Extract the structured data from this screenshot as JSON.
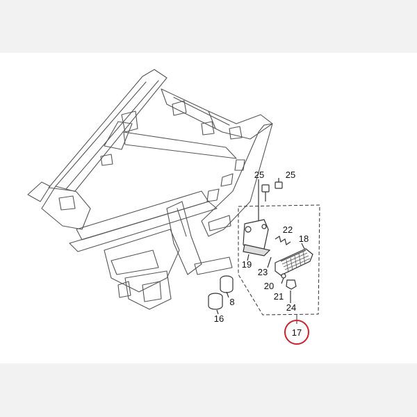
{
  "diagram": {
    "parts": {
      "p25a": "25",
      "p25b": "25",
      "p22": "22",
      "p18": "18",
      "p19": "19",
      "p23": "23",
      "p20": "20",
      "p21": "21",
      "p24": "24",
      "p8": "8",
      "p16": "16",
      "p17": "17"
    },
    "highlight_color": "#d0202a",
    "line_color": "#333333"
  }
}
